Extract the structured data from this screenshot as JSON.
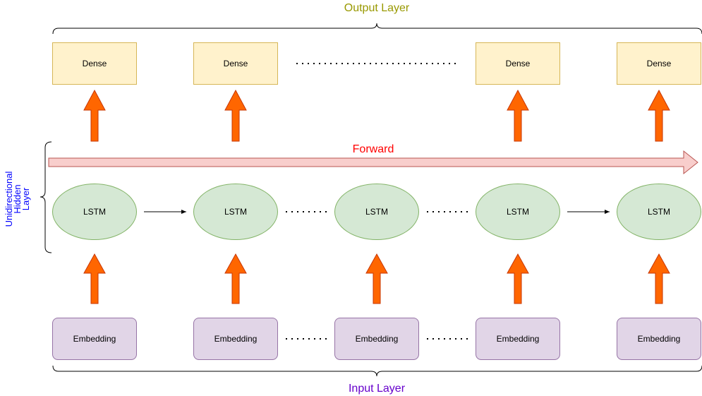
{
  "output_layer": {
    "label": "Output Layer",
    "color": "#999900"
  },
  "input_layer": {
    "label": "Input Layer",
    "color": "#6600cc"
  },
  "hidden_layer": {
    "label_lines": [
      "Unidirectional",
      "Hidden",
      "Layer"
    ],
    "color": "#0000ff"
  },
  "forward": {
    "label": "Forward",
    "color": "#ff0000"
  },
  "dense_nodes": [
    "Dense",
    "Dense",
    "Dense",
    "Dense"
  ],
  "lstm_nodes": [
    "LSTM",
    "LSTM",
    "LSTM",
    "LSTM",
    "LSTM"
  ],
  "embedding_nodes": [
    "Embedding",
    "Embedding",
    "Embedding",
    "Embedding",
    "Embedding"
  ],
  "colors": {
    "dense_fill": "#fff2cc",
    "lstm_fill": "#d5e8d4",
    "embedding_fill": "#e1d5e7",
    "arrow_fill": "#ff6600",
    "forward_arrow_fill": "#f8cecc"
  }
}
